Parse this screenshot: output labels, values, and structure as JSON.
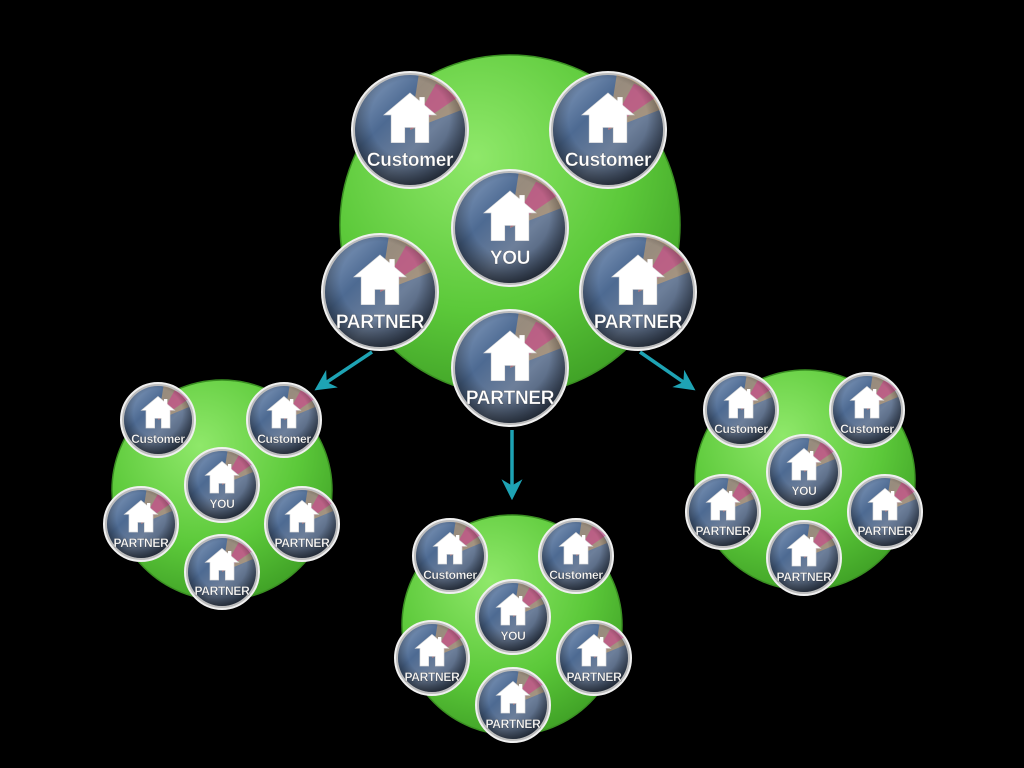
{
  "colors": {
    "background": "#000000",
    "group_fill": "#5cc93a",
    "group_highlight": "#8fe86a",
    "arrow": "#1ea3b4",
    "node_ring": "#cfcfcf",
    "label": "#ffffff"
  },
  "icons": [
    "house-icon"
  ],
  "groups": [
    {
      "name": "center",
      "nodes": [
        {
          "role": "customer",
          "label": "Customer"
        },
        {
          "role": "customer",
          "label": "Customer"
        },
        {
          "role": "you",
          "label": "YOU"
        },
        {
          "role": "partner",
          "label": "PARTNER"
        },
        {
          "role": "partner",
          "label": "PARTNER"
        },
        {
          "role": "partner",
          "label": "PARTNER"
        }
      ]
    },
    {
      "name": "left",
      "nodes": [
        {
          "role": "customer",
          "label": "Customer"
        },
        {
          "role": "customer",
          "label": "Customer"
        },
        {
          "role": "you",
          "label": "YOU"
        },
        {
          "role": "partner",
          "label": "PARTNER"
        },
        {
          "role": "partner",
          "label": "PARTNER"
        },
        {
          "role": "partner",
          "label": "PARTNER"
        }
      ]
    },
    {
      "name": "bottom",
      "nodes": [
        {
          "role": "customer",
          "label": "Customer"
        },
        {
          "role": "customer",
          "label": "Customer"
        },
        {
          "role": "you",
          "label": "YOU"
        },
        {
          "role": "partner",
          "label": "PARTNER"
        },
        {
          "role": "partner",
          "label": "PARTNER"
        },
        {
          "role": "partner",
          "label": "PARTNER"
        }
      ]
    },
    {
      "name": "right",
      "nodes": [
        {
          "role": "customer",
          "label": "Customer"
        },
        {
          "role": "customer",
          "label": "Customer"
        },
        {
          "role": "you",
          "label": "YOU"
        },
        {
          "role": "partner",
          "label": "PARTNER"
        },
        {
          "role": "partner",
          "label": "PARTNER"
        },
        {
          "role": "partner",
          "label": "PARTNER"
        }
      ]
    }
  ],
  "arrows": [
    {
      "from": "center",
      "to": "left"
    },
    {
      "from": "center",
      "to": "bottom"
    },
    {
      "from": "center",
      "to": "right"
    }
  ]
}
